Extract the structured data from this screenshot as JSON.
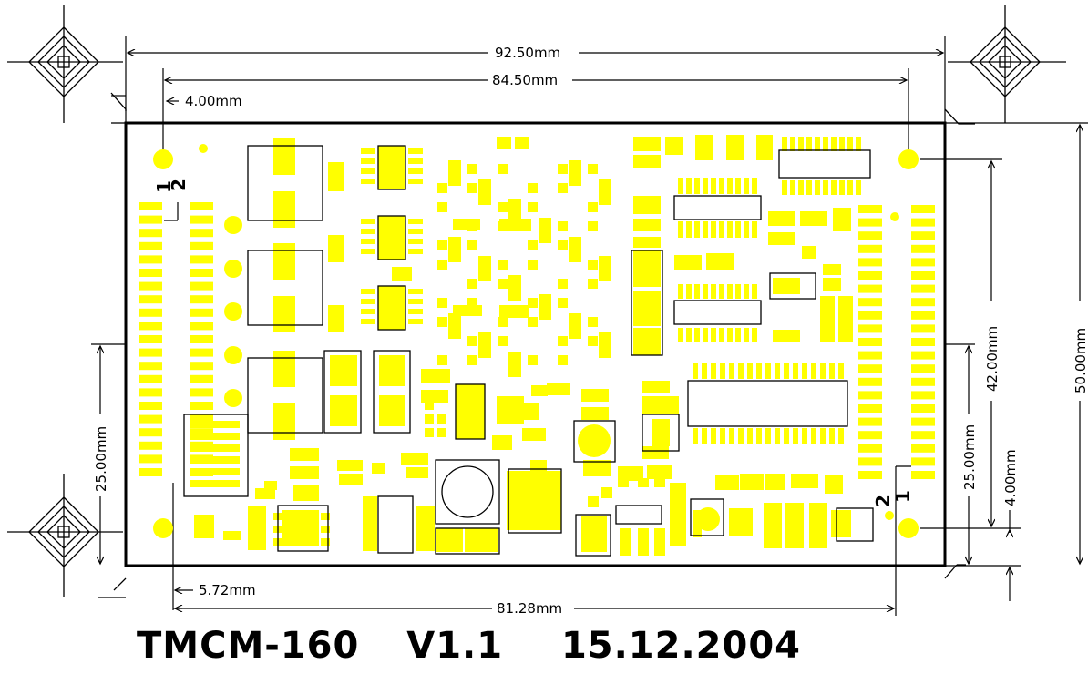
{
  "title": {
    "board": "TMCM-160",
    "version": "V1.1",
    "date": "15.12.2004"
  },
  "dimensions": {
    "overall_width": "92.50mm",
    "hole_spacing_x": "84.50mm",
    "hole_offset": "4.00mm",
    "connector_offset": "5.72mm",
    "connector_span": "81.28mm",
    "overall_height": "50.00mm",
    "hole_spacing_y": "42.00mm",
    "left_half_height": "25.00mm",
    "right_half_height": "25.00mm",
    "right_hole_offset": "4.00mm"
  },
  "pin_markers": {
    "left_pin2": "2",
    "left_pin1": "1",
    "right_pin2": "2",
    "right_pin1": "1"
  },
  "colors": {
    "pad": "#ffff00",
    "outline": "#000000",
    "background": "#ffffff"
  }
}
